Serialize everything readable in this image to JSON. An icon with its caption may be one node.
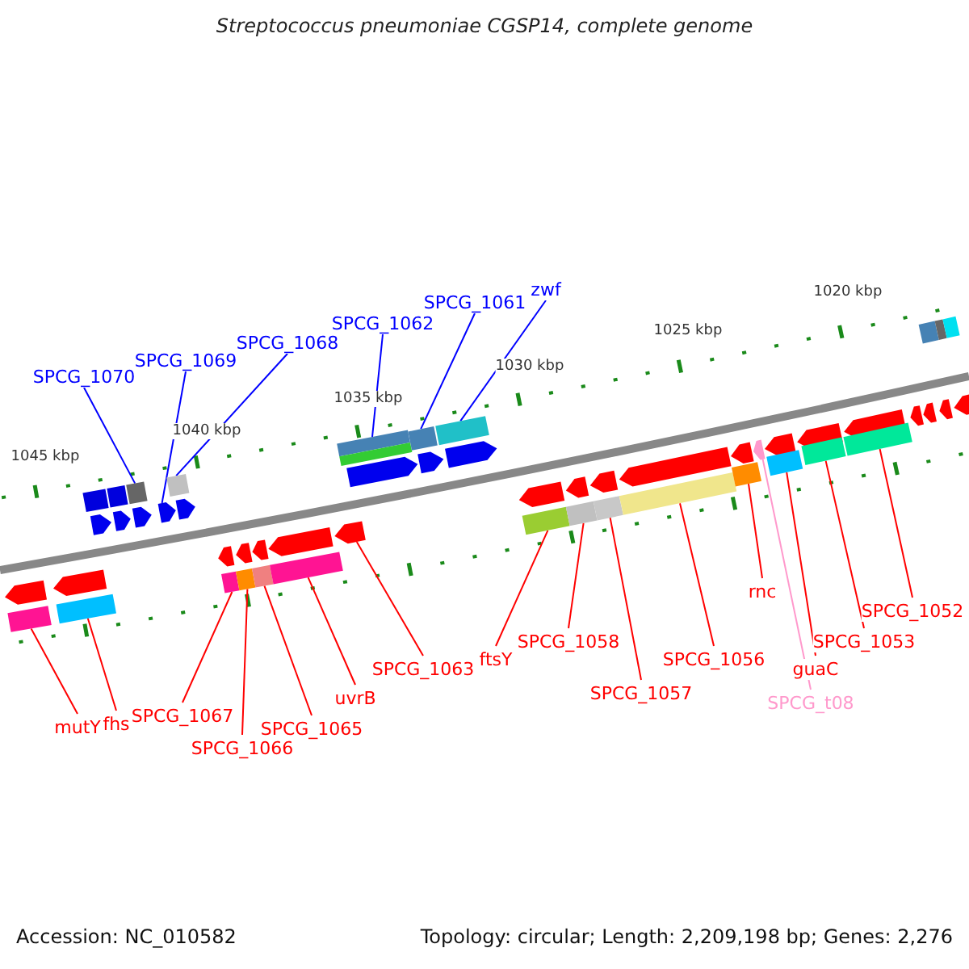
{
  "diagram": {
    "title": "Streptococcus pneumoniae CGSP14, complete genome",
    "nodes": [
      {
        "text": [
          "SPCG_1070"
        ]
      },
      {
        "text": [
          "SPCG_1069"
        ]
      },
      {
        "text": [
          "SPCG_1068"
        ]
      },
      {
        "text": [
          "SPCG_1062"
        ]
      },
      {
        "text": [
          "SPCG_1061"
        ]
      },
      {
        "text": [
          "zwf"
        ]
      },
      {
        "text": [
          "mutY"
        ]
      },
      {
        "text": [
          "fhs"
        ]
      },
      {
        "text": [
          "SPCG_1067"
        ]
      },
      {
        "text": [
          "SPCG_1066"
        ]
      },
      {
        "text": [
          "SPCG_1065"
        ]
      },
      {
        "text": [
          "uvrB"
        ]
      },
      {
        "text": [
          "SPCG_1063"
        ]
      },
      {
        "text": [
          "ftsY"
        ]
      },
      {
        "text": [
          "SPCG_1058"
        ]
      },
      {
        "text": [
          "SPCG_1057"
        ]
      },
      {
        "text": [
          "SPCG_1056"
        ]
      },
      {
        "text": [
          "rnc"
        ]
      },
      {
        "text": [
          "SPCG_t08"
        ]
      },
      {
        "text": [
          "guaC"
        ]
      },
      {
        "text": [
          "SPCG_1053"
        ]
      },
      {
        "text": [
          "SPCG_1052"
        ]
      },
      {
        "text": [],
        "shape": "bar"
      },
      {
        "text": [],
        "shape": "bar"
      },
      {
        "text": [],
        "shape": "bar"
      },
      {
        "text": [],
        "shape": "bar"
      },
      {
        "text": [],
        "shape": "bar"
      },
      {
        "text": [],
        "shape": "bar"
      },
      {
        "text": [],
        "shape": "bar"
      },
      {
        "text": [],
        "shape": "bar"
      },
      {
        "text": [],
        "shape": "box"
      },
      {
        "text": [],
        "shape": "box"
      },
      {
        "text": [],
        "shape": "box"
      },
      {
        "text": [],
        "shape": "box"
      },
      {
        "text": [],
        "shape": "box"
      },
      {
        "text": [],
        "shape": "box"
      },
      {
        "text": [],
        "shape": "box"
      },
      {
        "text": [],
        "shape": "box"
      },
      {
        "text": [],
        "shape": "box"
      },
      {
        "text": [],
        "shape": "box"
      },
      {
        "text": [],
        "shape": "box"
      },
      {
        "text": [],
        "shape": "bar"
      },
      {
        "text": [],
        "shape": "bar"
      },
      {
        "text": [],
        "shape": "bar"
      },
      {
        "text": [],
        "shape": "bar"
      },
      {
        "text": [],
        "shape": "bar"
      },
      {
        "text": [],
        "shape": "bar"
      },
      {
        "text": [],
        "shape": "bar"
      },
      {
        "text": [],
        "shape": "bar"
      },
      {
        "text": [],
        "shape": "bar"
      },
      {
        "text": [],
        "shape": "bar"
      },
      {
        "text": [],
        "shape": "bar"
      },
      {
        "text": [],
        "shape": "bar"
      },
      {
        "text": [],
        "shape": "bar"
      },
      {
        "text": [],
        "shape": "bar"
      },
      {
        "text": [],
        "shape": "bar"
      },
      {
        "text": [],
        "shape": "bar"
      },
      {
        "text": [],
        "shape": "bar"
      },
      {
        "text": [],
        "shape": "bar"
      },
      {
        "text": [],
        "shape": "bar"
      },
      {
        "text": [],
        "shape": "bar"
      },
      {
        "text": [],
        "shape": "box"
      },
      {
        "text": [],
        "shape": "box"
      },
      {
        "text": [],
        "shape": "box"
      },
      {
        "text": [],
        "shape": "box"
      },
      {
        "text": [],
        "shape": "box"
      },
      {
        "text": [],
        "shape": "box"
      },
      {
        "text": [],
        "shape": "box"
      },
      {
        "text": [],
        "shape": "box"
      },
      {
        "text": [],
        "shape": "box"
      },
      {
        "text": [],
        "shape": "box"
      },
      {
        "text": [],
        "shape": "box"
      },
      {
        "text": [],
        "shape": "box"
      },
      {
        "text": [],
        "shape": "box"
      },
      {
        "text": [],
        "shape": "box"
      }
    ],
    "edges": [
      {
        "from": 0,
        "to": 32,
        "arrow": "none",
        "color": "#0000ff"
      },
      {
        "from": 1,
        "to": 25,
        "arrow": "none",
        "color": "#0000ff"
      },
      {
        "from": 2,
        "to": 33,
        "arrow": "none",
        "color": "#0000ff"
      },
      {
        "from": 3,
        "to": 34,
        "arrow": "none",
        "color": "#0000ff"
      },
      {
        "from": 4,
        "to": 36,
        "arrow": "none",
        "color": "#0000ff"
      },
      {
        "from": 5,
        "to": 37,
        "arrow": "none",
        "color": "#0000ff"
      },
      {
        "from": 6,
        "to": 61,
        "arrow": "none"
      },
      {
        "from": 7,
        "to": 62,
        "arrow": "none"
      },
      {
        "from": 8,
        "to": 63,
        "arrow": "none"
      },
      {
        "from": 9,
        "to": 64,
        "arrow": "none"
      },
      {
        "from": 10,
        "to": 65,
        "arrow": "none"
      },
      {
        "from": 11,
        "to": 66,
        "arrow": "none"
      },
      {
        "from": 12,
        "to": 47,
        "arrow": "none"
      },
      {
        "from": 13,
        "to": 67,
        "arrow": "none"
      },
      {
        "from": 14,
        "to": 68,
        "arrow": "none"
      },
      {
        "from": 15,
        "to": 69,
        "arrow": "none"
      },
      {
        "from": 16,
        "to": 70,
        "arrow": "none"
      },
      {
        "from": 17,
        "to": 71,
        "arrow": "none"
      },
      {
        "from": 18,
        "to": 53,
        "arrow": "none",
        "color": "#ff99cc"
      },
      {
        "from": 19,
        "to": 72,
        "arrow": "none"
      },
      {
        "from": 20,
        "to": 73,
        "arrow": "none"
      },
      {
        "from": 21,
        "to": 74,
        "arrow": "none"
      }
    ],
    "labels": [
      "1045 kbp",
      "1040 kbp",
      "1035 kbp",
      "1030 kbp",
      "1025 kbp",
      "1020 kbp",
      "Accession: NC_010582",
      "Topology: circular; Length: 2,209,198 bp; Genes: 2,276"
    ]
  }
}
